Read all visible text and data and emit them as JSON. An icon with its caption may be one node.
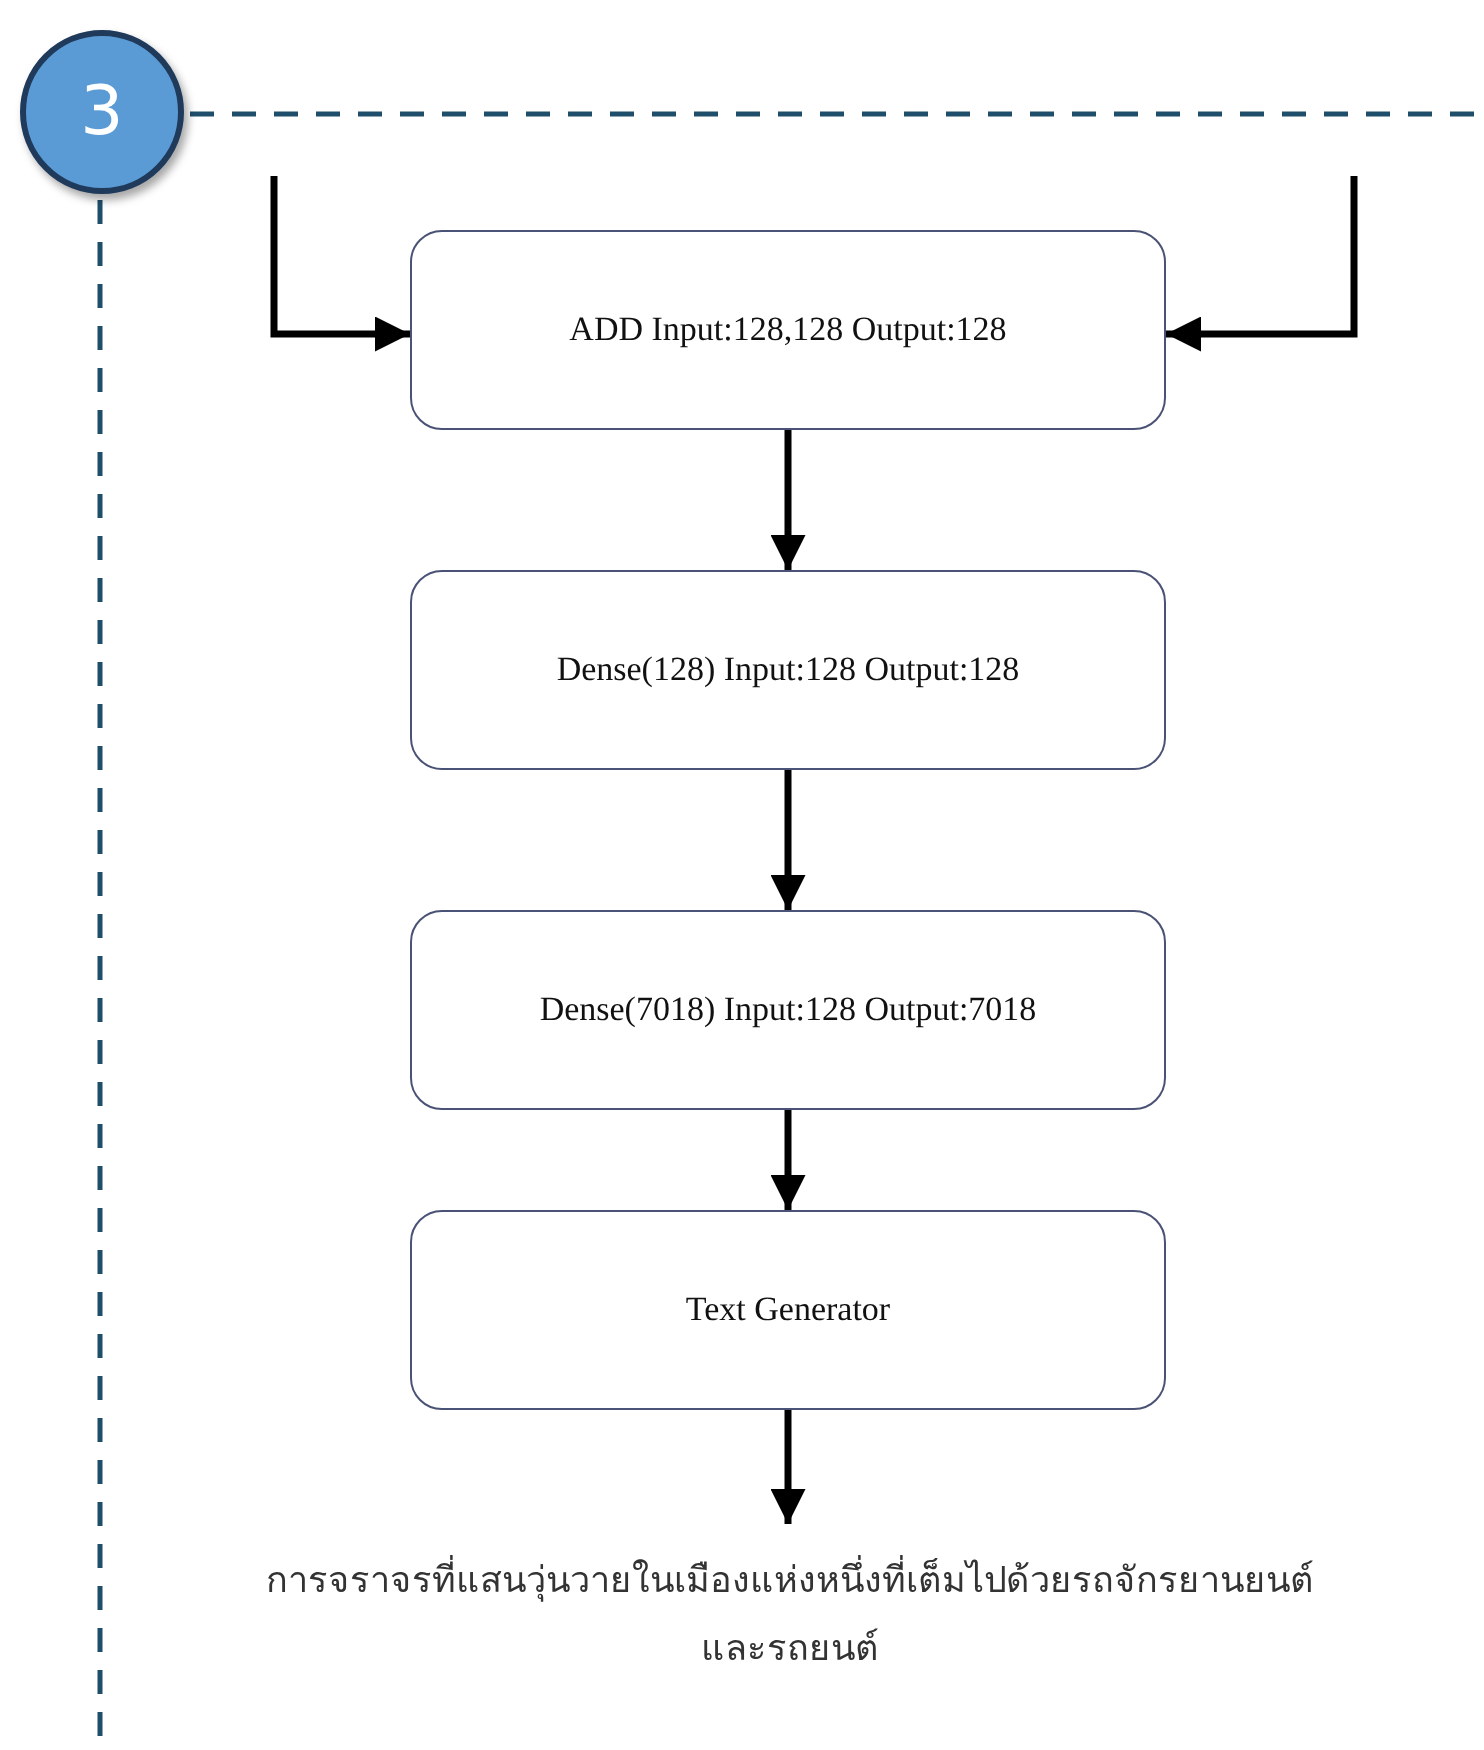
{
  "diagram": {
    "nodes": [
      {
        "text": [
          "3"
        ]
      },
      {
        "text": [
          "ADD Input:128,128 Output:128"
        ]
      },
      {
        "text": [
          "Dense(128) Input:128 Output:128"
        ]
      },
      {
        "text": [
          "Dense(7018) Input:128 Output:7018"
        ]
      },
      {
        "text": [
          "Text Generator"
        ]
      },
      {
        "text": [
          "การจราจรที่แสนวุ่นวายในเมืองแห่งหนึ่งที่เต็มไปด้วยรถจักรยานยนต์และรถยนต์"
        ]
      }
    ],
    "edges": [
      {
        "from": null,
        "to": 1,
        "arrow": "to"
      },
      {
        "from": null,
        "to": 1,
        "arrow": "to"
      },
      {
        "from": 1,
        "to": 2,
        "arrow": "to"
      },
      {
        "from": 2,
        "to": 3,
        "arrow": "to"
      },
      {
        "from": 3,
        "to": 4,
        "arrow": "to"
      },
      {
        "from": 4,
        "to": 5,
        "arrow": "to"
      }
    ]
  }
}
